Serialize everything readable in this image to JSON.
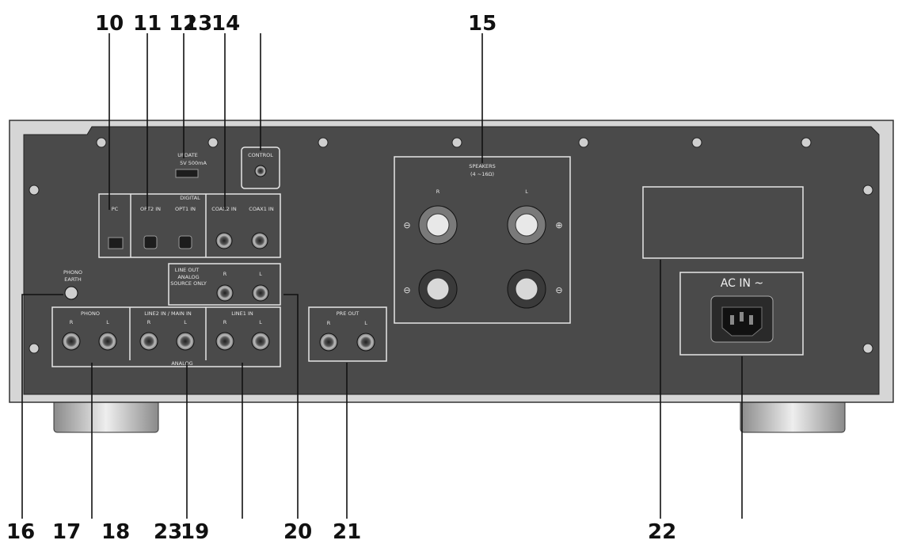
{
  "callouts": [
    "10",
    "11",
    "12",
    "13",
    "14",
    "15",
    "16",
    "17",
    "18",
    "23",
    "19",
    "20",
    "21",
    "22"
  ],
  "labels": {
    "update": "UPDATE",
    "update_spec": "5V 500mA",
    "control": "CONTROL",
    "digital": "DIGITAL",
    "pc": "PC",
    "opt2": "OPT2 IN",
    "opt1": "OPT1 IN",
    "coax2": "COAX2 IN",
    "coax1": "COAX1 IN",
    "speakers": "SPEAKERS",
    "speakers_spec": "(4 ~16Ω)",
    "phono_earth_1": "PHONO",
    "phono_earth_2": "EARTH",
    "line_out": "LINE OUT",
    "line_out_sub1": "ANALOG",
    "line_out_sub2": "SOURCE ONLY",
    "phono": "PHONO",
    "line2": "LINE2 IN / MAIN IN",
    "line1": "LINE1 IN",
    "analog": "ANALOG",
    "pre_out": "PRE OUT",
    "ac_in": "AC IN ~",
    "ch_r": "R",
    "ch_l": "L",
    "plus": "⊕",
    "minus": "⊖"
  },
  "colors": {
    "panel": "#4a4a4a",
    "panel_frame": "#d4d4d4",
    "feet": "#bdbdbd",
    "line": "#111111"
  }
}
